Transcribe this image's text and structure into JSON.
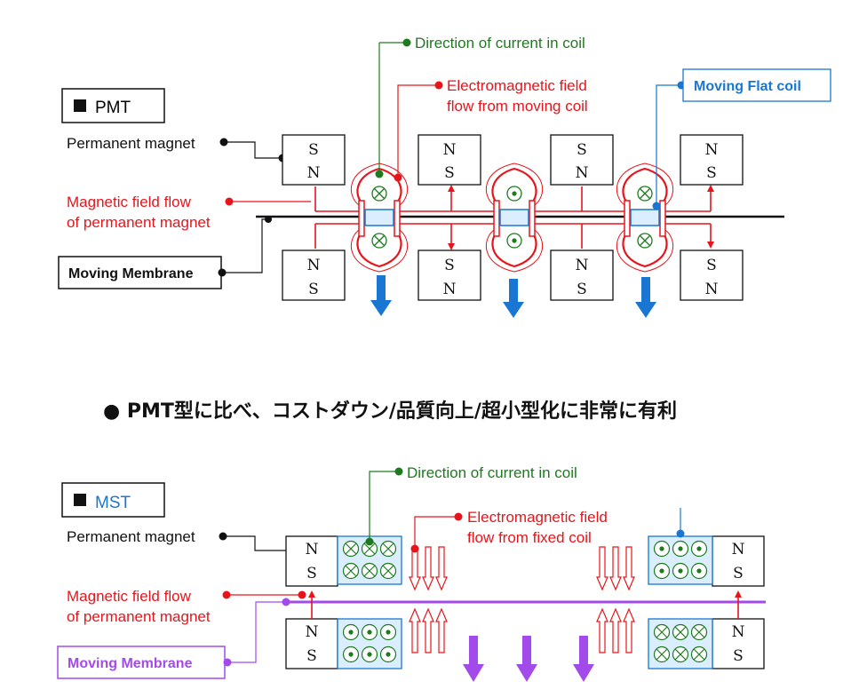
{
  "pmt": {
    "section_label": "PMT",
    "permanent_magnet": "Permanent magnet",
    "field_flow_line1": "Magnetic field flow",
    "field_flow_line2": "of permanent magnet",
    "moving_membrane": "Moving Membrane",
    "current_direction": "Direction of current in coil",
    "em_field_line1": "Electromagnetic field",
    "em_field_line2": "flow from moving coil",
    "moving_flat_coil": "Moving Flat coil",
    "top_magnets": [
      [
        "S",
        "N"
      ],
      [
        "N",
        "S"
      ],
      [
        "S",
        "N"
      ],
      [
        "N",
        "S"
      ]
    ],
    "bottom_magnets": [
      [
        "N",
        "S"
      ],
      [
        "S",
        "N"
      ],
      [
        "N",
        "S"
      ],
      [
        "S",
        "N"
      ]
    ]
  },
  "note": "● PMT型に比べ、コストダウン/品質向上/超小型化に非常に有利",
  "mst": {
    "section_label": "MST",
    "permanent_magnet": "Permanent magnet",
    "field_flow_line1": "Magnetic field flow",
    "field_flow_line2": "of permanent magnet",
    "moving_membrane": "Moving Membrane",
    "current_direction": "Direction of current in coil",
    "em_field_line1": "Electromagnetic field",
    "em_field_line2": "flow from fixed coil",
    "left_magnets": [
      [
        "N",
        "S"
      ],
      [
        "N",
        "S"
      ]
    ],
    "right_magnets": [
      [
        "N",
        "S"
      ],
      [
        "N",
        "S"
      ]
    ]
  },
  "colors": {
    "red": "#e8141b",
    "green": "#1e7a1e",
    "blue": "#1976d2",
    "purple": "#a24bea",
    "black": "#111111"
  }
}
